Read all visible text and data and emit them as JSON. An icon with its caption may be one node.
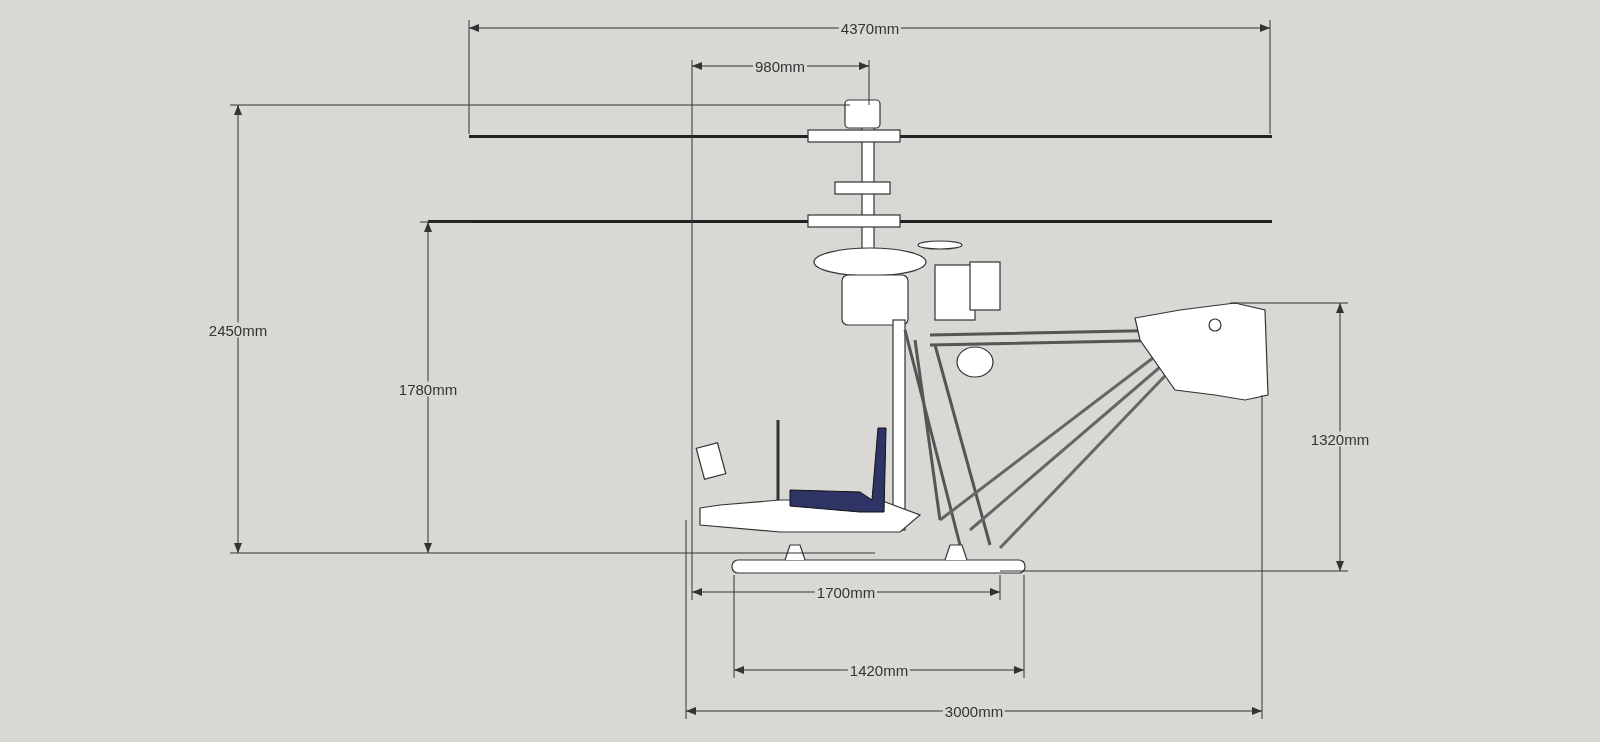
{
  "diagram": {
    "labels": [
      "4370mm",
      "980mm",
      "2450mm",
      "1780mm",
      "1320mm",
      "1700mm",
      "1420mm",
      "3000mm"
    ]
  }
}
